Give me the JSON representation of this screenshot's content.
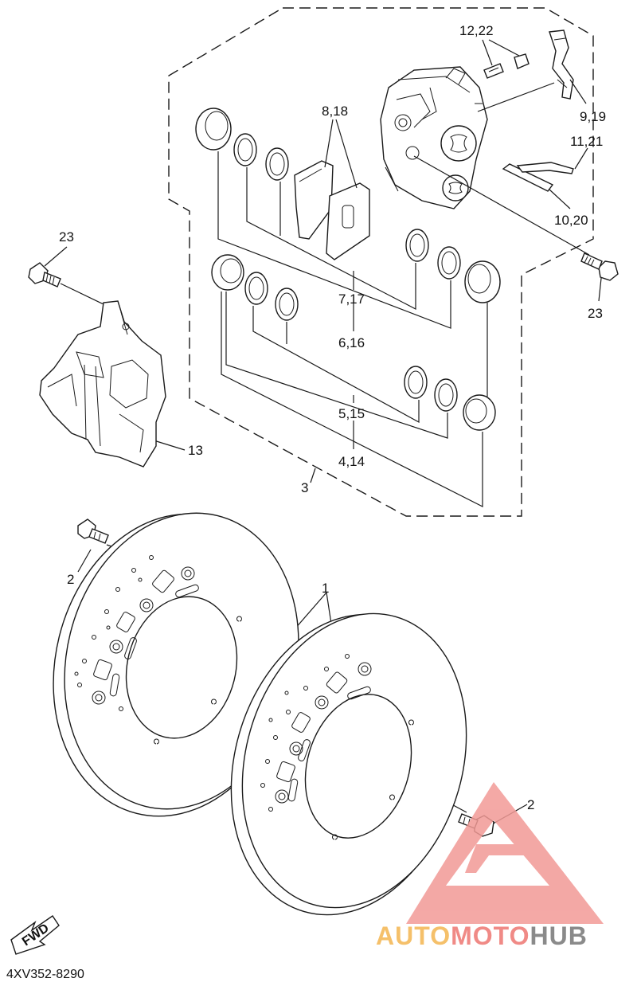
{
  "diagram": {
    "callouts": [
      {
        "id": "c-12-22",
        "label": "12,22"
      },
      {
        "id": "c-8-18",
        "label": "8,18"
      },
      {
        "id": "c-9-19",
        "label": "9,19"
      },
      {
        "id": "c-11-21",
        "label": "11,21"
      },
      {
        "id": "c-10-20",
        "label": "10,20"
      },
      {
        "id": "c-23-left",
        "label": "23"
      },
      {
        "id": "c-23-right",
        "label": "23"
      },
      {
        "id": "c-7-17",
        "label": "7,17"
      },
      {
        "id": "c-6-16",
        "label": "6,16"
      },
      {
        "id": "c-5-15",
        "label": "5,15"
      },
      {
        "id": "c-4-14",
        "label": "4,14"
      },
      {
        "id": "c-13",
        "label": "13"
      },
      {
        "id": "c-3",
        "label": "3"
      },
      {
        "id": "c-1",
        "label": "1"
      },
      {
        "id": "c-2-left",
        "label": "2"
      },
      {
        "id": "c-2-right",
        "label": "2"
      }
    ],
    "fwd_label": "FWD",
    "diagram_code": "4XV352-8290"
  },
  "watermark": {
    "part1": "AUTO",
    "part2": "MOTO",
    "part3": "HUB",
    "color1": "#F5C06A",
    "color2": "#F08A86",
    "color3": "#8A8A8A",
    "triangle_color": "#F29A96"
  }
}
